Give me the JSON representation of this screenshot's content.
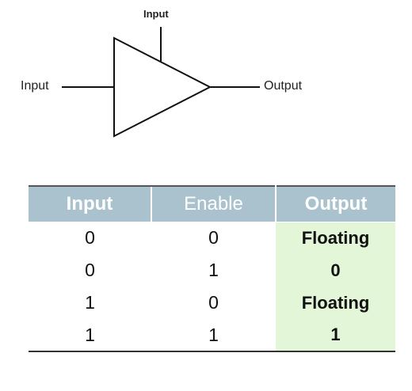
{
  "diagram": {
    "top_input_label": "Input",
    "left_input_label": "Input",
    "output_label": "Output"
  },
  "table": {
    "headers": [
      "Input",
      "Enable",
      "Output"
    ],
    "rows": [
      [
        "0",
        "0",
        "Floating"
      ],
      [
        "0",
        "1",
        "0"
      ],
      [
        "1",
        "0",
        "Floating"
      ],
      [
        "1",
        "1",
        "1"
      ]
    ]
  },
  "colors": {
    "header_bg": "#a9c2ce",
    "output_bg": "#e3f6d8",
    "line": "#111111"
  }
}
